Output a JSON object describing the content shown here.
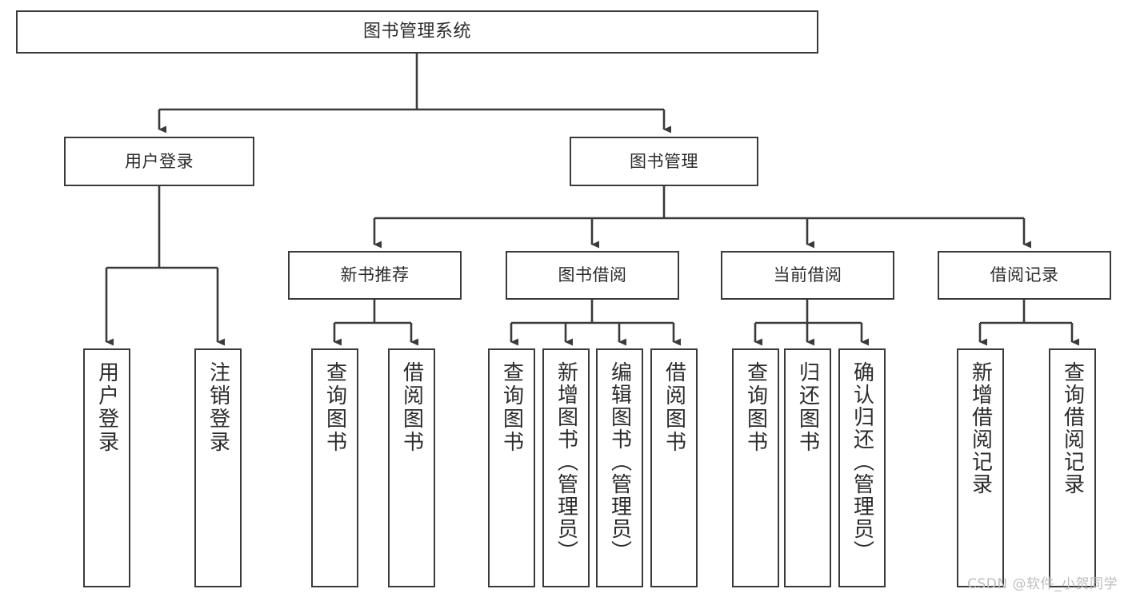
{
  "diagram": {
    "title": "图书管理系统",
    "type": "tree",
    "line_color": "#3a3a3a",
    "box_fill": "#ffffff",
    "background": "#ffffff",
    "watermark": "CSDN @软件_小贺同学",
    "root": {
      "label": "图书管理系统"
    },
    "level2": [
      {
        "label": "用户登录"
      },
      {
        "label": "图书管理"
      }
    ],
    "level3": [
      {
        "label": "新书推荐"
      },
      {
        "label": "图书借阅"
      },
      {
        "label": "当前借阅"
      },
      {
        "label": "借阅记录"
      }
    ],
    "leaves": {
      "user_login": [
        {
          "label": "用户登录"
        },
        {
          "label": "注销登录"
        }
      ],
      "new_book": [
        {
          "label": "查询图书"
        },
        {
          "label": "借阅图书"
        }
      ],
      "book_borrow": [
        {
          "label": "查询图书"
        },
        {
          "label": "新增图书（管理员）"
        },
        {
          "label": "编辑图书（管理员）"
        },
        {
          "label": "借阅图书"
        }
      ],
      "current_borrow": [
        {
          "label": "查询图书"
        },
        {
          "label": "归还图书"
        },
        {
          "label": "确认归还（管理员）"
        }
      ],
      "borrow_record": [
        {
          "label": "新增借阅记录"
        },
        {
          "label": "查询借阅记录"
        }
      ]
    }
  }
}
